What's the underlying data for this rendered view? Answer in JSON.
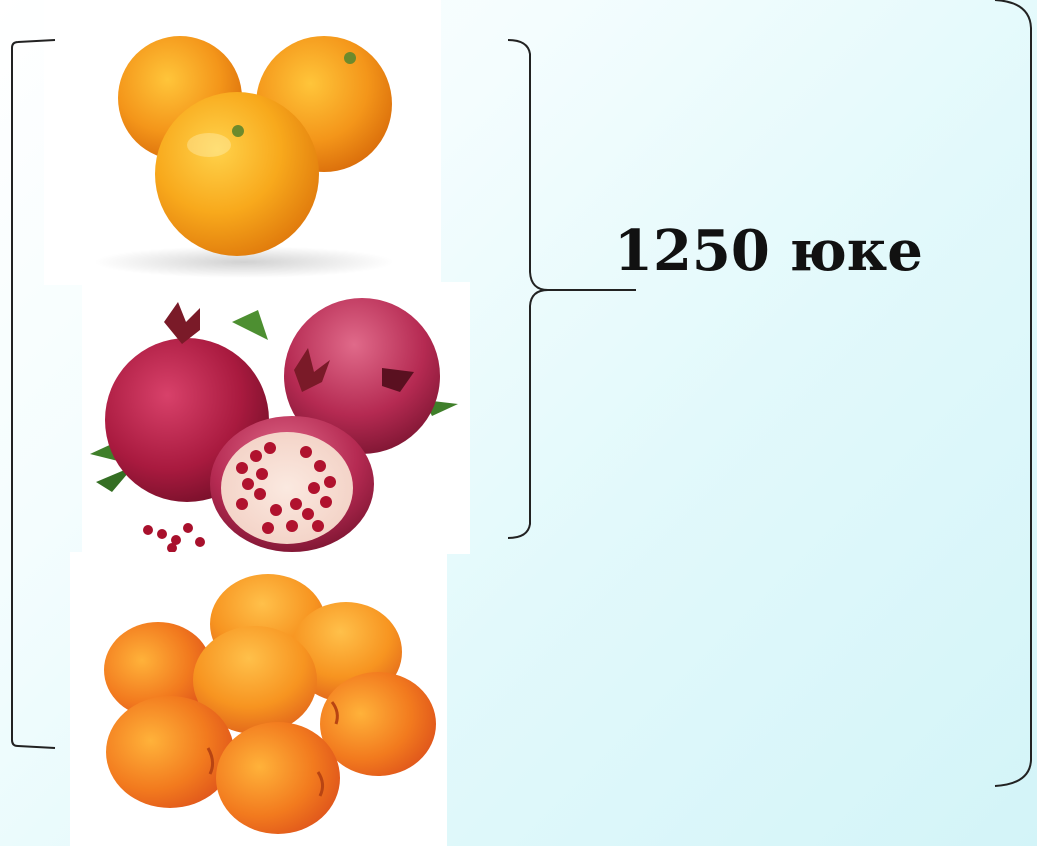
{
  "price_label": "1250 юке",
  "colors": {
    "background_start": "#ffffff",
    "background_end": "#d3f4f8",
    "text": "#111111",
    "bracket": "#222222"
  },
  "images": {
    "oranges": "oranges-photo",
    "pomegranates": "pomegranates-photo",
    "apricots": "apricots-photo"
  }
}
